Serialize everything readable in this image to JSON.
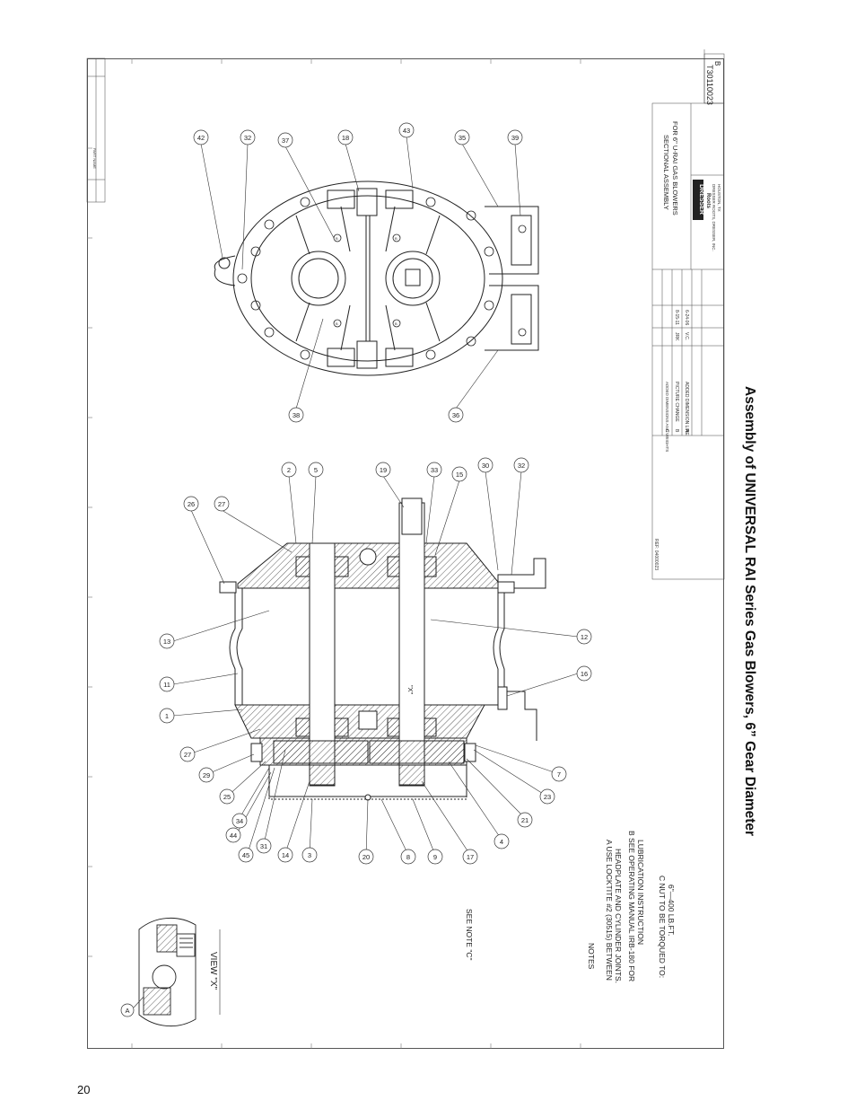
{
  "document": {
    "title": "Assembly of UNIVERSAL RAI Series Gas Blowers, 6” Gear Diameter",
    "page_number": "20"
  },
  "drawing": {
    "view_label": "VIEW \"X\"",
    "detail_marker": "A",
    "x_marker": "\"X\"",
    "see_note": "SEE NOTE \"C\"",
    "notes_heading": "NOTES",
    "notes": [
      "A  USE LOCKTITE #2 (30515) BETWEEN",
      "HEADPLATE AND CYLINDER JOINTS.",
      "B  SEE OPERATING MANUAL IRB-180 FOR",
      "LUBRICATION INSTRUCTION",
      "C  NUT TO BE TORQUED TO:",
      "6\"—400 LB.FT."
    ],
    "side_view_balloons": [
      "26",
      "27",
      "2",
      "5",
      "19",
      "33",
      "15",
      "30",
      "32",
      "13",
      "11",
      "1",
      "12",
      "16",
      "27",
      "29",
      "25",
      "34",
      "44",
      "45",
      "31",
      "14",
      "3",
      "20",
      "8",
      "9",
      "17",
      "4",
      "21",
      "23",
      "7"
    ],
    "end_view_balloons": [
      "42",
      "32",
      "37",
      "18",
      "43",
      "35",
      "39",
      "38",
      "36"
    ],
    "small_letters": [
      "B",
      "B",
      "B",
      "B"
    ]
  },
  "title_block": {
    "title_line1": "SECTIONAL ASSEMBLY",
    "title_line2": "FOR 6\" U-RAI GAS BLOWERS",
    "drawing_number": "T30110023",
    "revision": "B",
    "reference": "REF: 04000023",
    "company": "DRESSER",
    "company_sub": "Roots",
    "address": "DRESSER ROOTS, DRESSER, INC.",
    "city": "HOUSTON, TX",
    "revisions": [
      {
        "rev": "C",
        "desc": "ADDED DIMENSIONS AND WEIGHTS",
        "by": "",
        "date": ""
      },
      {
        "rev": "B",
        "desc": "PICTURE CHANGE",
        "by": "JRK",
        "date": "8-15-11"
      },
      {
        "rev": "A",
        "desc": "ADDED DIMENSION LINE",
        "by": "V.C.",
        "date": "6-24-06"
      }
    ],
    "parts_table_header": "PART NAME"
  }
}
